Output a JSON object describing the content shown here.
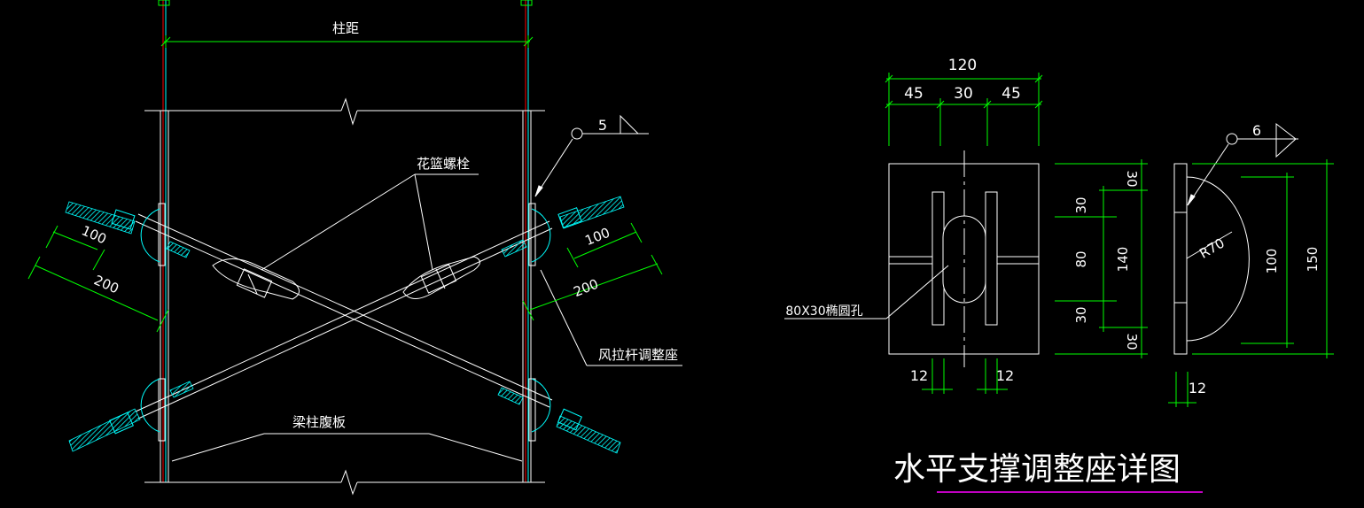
{
  "colors": {
    "background": "#000000",
    "line": "#ffffff",
    "dimension": "#00ff00",
    "column_center": "#00ffff",
    "column_edge": "#ff0000",
    "bolt": "#00ffff",
    "title_underline": "#ff00ff"
  },
  "left_drawing": {
    "column_spacing_label": "柱距",
    "turnbuckle_label": "花篮螺栓",
    "adjust_seat_label": "风拉杆调整座",
    "web_plate_label": "梁柱腹板",
    "weld_size": "5",
    "dims": {
      "left_100": "100",
      "left_200": "200",
      "right_100": "100",
      "right_200": "200"
    }
  },
  "right_drawing": {
    "title": "水平支撑调整座详图",
    "hole_label": "80X30椭圆孔",
    "weld_size": "6",
    "radius_label": "R70",
    "top_dims": {
      "total": "120",
      "a": "45",
      "b": "30",
      "c": "45"
    },
    "bottom_dims": {
      "left": "12",
      "right": "12",
      "side": "12"
    },
    "side_dims": {
      "d30_top": "30",
      "d30_inner_top": "30",
      "d80": "80",
      "d30_inner_bottom": "30",
      "d30_bottom": "30",
      "d140": "140",
      "d100": "100",
      "d150": "150"
    }
  }
}
